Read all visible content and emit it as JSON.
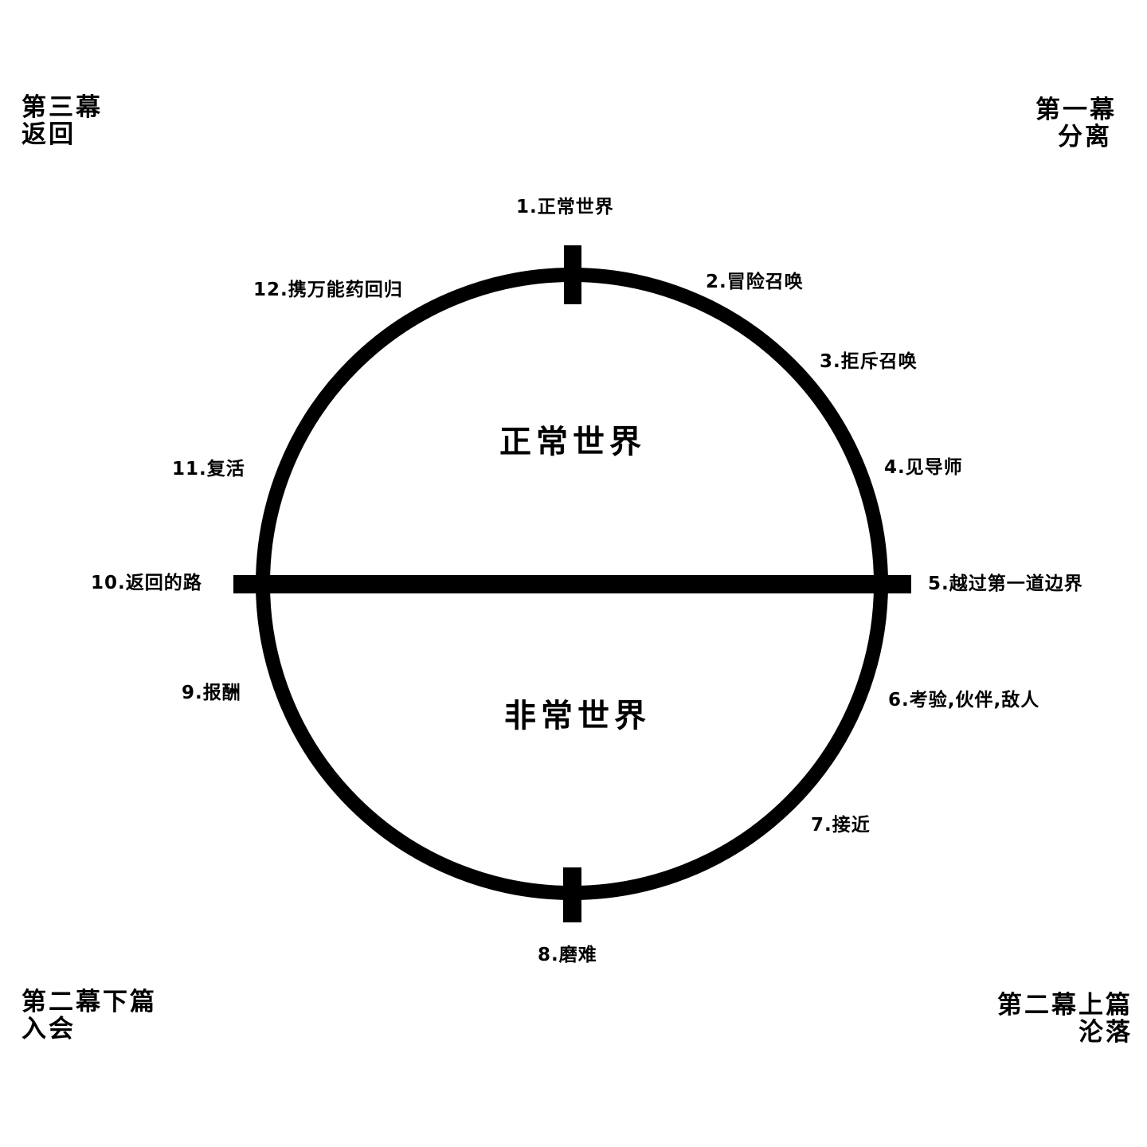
{
  "acts": {
    "top_left": {
      "title": "第三幕",
      "subtitle": "返回"
    },
    "top_right": {
      "title": "第一幕",
      "subtitle": "分离"
    },
    "bottom_left": {
      "title": "第二幕下篇",
      "subtitle": "入会"
    },
    "bottom_right": {
      "title": "第二幕上篇",
      "subtitle": "沦落"
    }
  },
  "worlds": {
    "upper": "正常世界",
    "lower": "非常世界"
  },
  "stages": [
    {
      "id": 1,
      "label": "1.正常世界"
    },
    {
      "id": 2,
      "label": "2.冒险召唤"
    },
    {
      "id": 3,
      "label": "3.拒斥召唤"
    },
    {
      "id": 4,
      "label": "4.见导师"
    },
    {
      "id": 5,
      "label": "5.越过第一道边界"
    },
    {
      "id": 6,
      "label": "6.考验,伙伴,敌人"
    },
    {
      "id": 7,
      "label": "7.接近"
    },
    {
      "id": 8,
      "label": "8.磨难"
    },
    {
      "id": 9,
      "label": "9.报酬"
    },
    {
      "id": 10,
      "label": "10.返回的路"
    },
    {
      "id": 11,
      "label": "11.复活"
    },
    {
      "id": 12,
      "label": "12.携万能药回归"
    }
  ],
  "colors": {
    "stroke": "#000000",
    "background": "#ffffff"
  }
}
